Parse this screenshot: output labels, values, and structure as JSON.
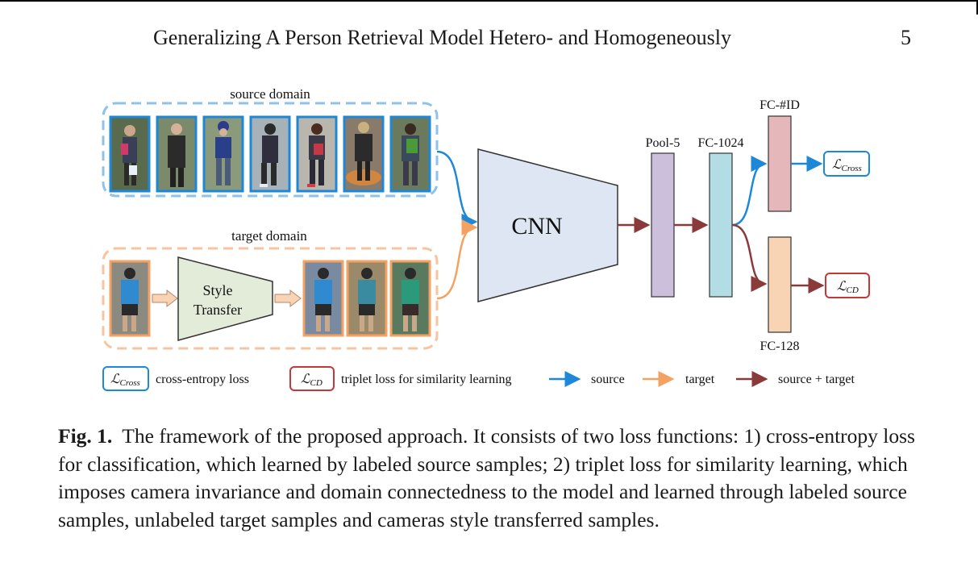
{
  "header": {
    "title": "Generalizing A Person Retrieval Model Hetero- and Homogeneously",
    "page_number": "5"
  },
  "figure": {
    "source_domain_label": "source domain",
    "target_domain_label": "target domain",
    "style_transfer_line1": "Style",
    "style_transfer_line2": "Transfer",
    "cnn_label": "CNN",
    "pool5_label": "Pool-5",
    "fc1024_label": "FC-1024",
    "fcid_label": "FC-#ID",
    "fc128_label": "FC-128",
    "loss_cross": "ℒ",
    "loss_cross_sub": "Cross",
    "loss_cd": "ℒ",
    "loss_cd_sub": "CD",
    "legend": {
      "cross_desc": "cross-entropy loss",
      "cd_desc": "triplet loss for similarity learning",
      "source": "source",
      "target": "target",
      "source_target": "source + target"
    },
    "colors": {
      "source": "#1e88d8",
      "target": "#f4a262",
      "combined": "#8b3a3a",
      "cnn_fill": "#dde6f2",
      "pool5_fill": "#cbbfdc",
      "fc1024_fill": "#b3dde4",
      "fcid_fill": "#e6b7ba",
      "fc128_fill": "#f8d3b4",
      "style_transfer_fill": "#e3ecd8",
      "cross_box": "#1e88d8",
      "cd_box": "#c43838"
    }
  },
  "caption": {
    "label": "Fig. 1.",
    "text": "The framework of the proposed approach. It consists of two loss functions: 1) cross-entropy loss for classification, which learned by labeled source samples; 2) triplet loss for similarity learning, which imposes camera invariance and domain connectedness to the model and learned through labeled source samples, unlabeled target samples and cameras style transferred samples."
  }
}
